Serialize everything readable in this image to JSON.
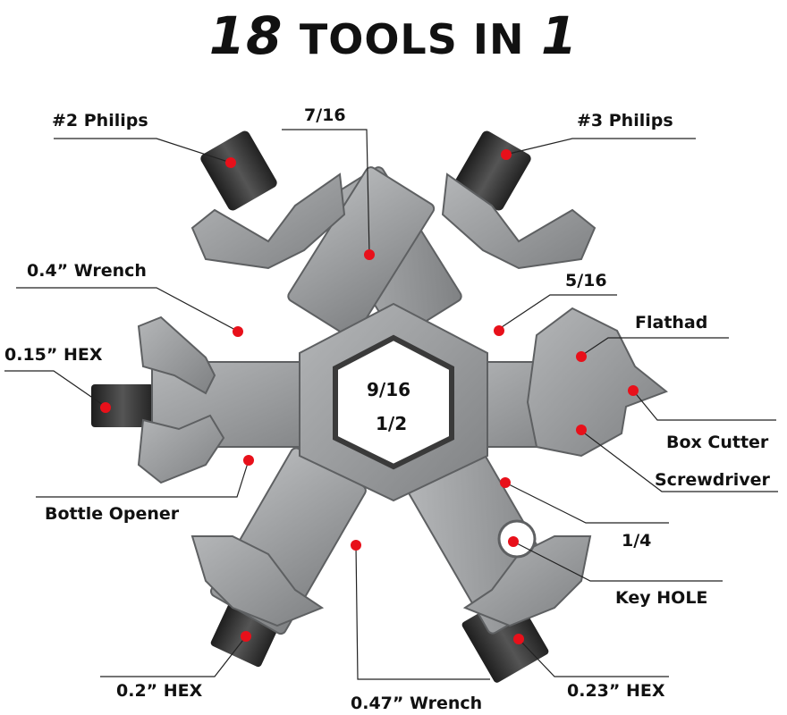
{
  "title": {
    "num1": "18",
    "text": "TOOLS IN",
    "num2": "1"
  },
  "labels": {
    "philips2": "#2 Philips",
    "size716": "7/16",
    "philips3": "#3 Philips",
    "wrench04": "0.4”  Wrench",
    "size516": "5/16",
    "flathad": "Flathad",
    "hex015": "0.15”  HEX",
    "box_cutter": "Box Cutter",
    "screwdriver": "Screwdriver",
    "bottle_opener": "Bottle Opener",
    "size14": "1/4",
    "key_hole": "Key HOLE",
    "hex02": "0.2”  HEX",
    "wrench047": "0.47”  Wrench",
    "hex023": "0.23”  HEX"
  },
  "center": {
    "top": "9/16",
    "bottom": "1/2"
  },
  "colors": {
    "marker": "#e8101a",
    "tool": "#9a9c9e",
    "bit": "#2e2e2e",
    "line": "#222222"
  }
}
